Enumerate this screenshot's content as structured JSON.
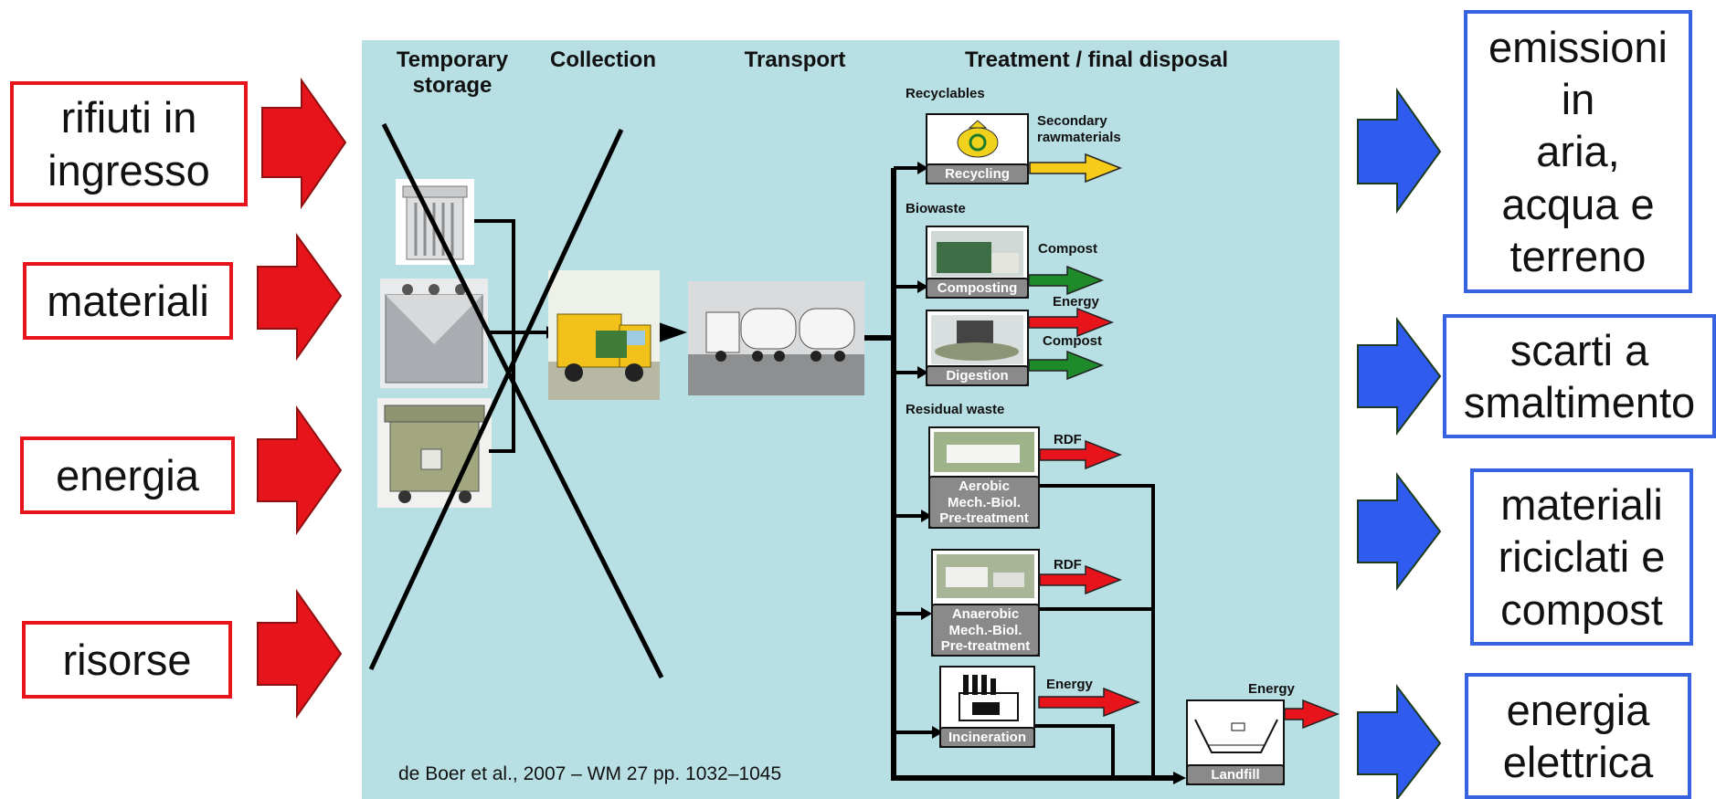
{
  "inputs": [
    {
      "label": "rifiuti in\ningresso"
    },
    {
      "label": "materiali"
    },
    {
      "label": "energia"
    },
    {
      "label": "risorse"
    }
  ],
  "outputs": [
    {
      "label": "emissioni\nin\naria,\nacqua e\nterreno"
    },
    {
      "label": "scarti a\nsmaltimento"
    },
    {
      "label": "materiali\nriciclati e\ncompost"
    },
    {
      "label": "energia\nelettrica"
    }
  ],
  "diagram": {
    "stages": {
      "storage": "Temporary\nstorage",
      "collection": "Collection",
      "transport": "Transport",
      "treatment": "Treatment / final disposal"
    },
    "sections": {
      "recyclables": "Recyclables",
      "biowaste": "Biowaste",
      "residual": "Residual waste"
    },
    "processes": {
      "recycling": "Recycling",
      "composting": "Composting",
      "digestion": "Digestion",
      "aerobic": "Aerobic\nMech.-Biol.\nPre-treatment",
      "anaerobic": "Anaerobic\nMech.-Biol.\nPre-treatment",
      "incineration": "Incineration",
      "landfill": "Landfill"
    },
    "output_labels": {
      "secondary": "Secondary\nrawmaterials",
      "compost1": "Compost",
      "energy_dig": "Energy",
      "compost2": "Compost",
      "rdf1": "RDF",
      "rdf2": "RDF",
      "energy_inc": "Energy",
      "energy_land": "Energy"
    },
    "citation": "de Boer et al., 2007 – WM 27 pp. 1032–1045"
  },
  "colors": {
    "input_arrow": "#e8141b",
    "output_arrow": "#2f5bef",
    "panel": "#b8dfe3",
    "recyclable_arrow": "#f5cc1a",
    "compost_arrow": "#1e8a2a",
    "energy_arrow": "#e8141b"
  }
}
